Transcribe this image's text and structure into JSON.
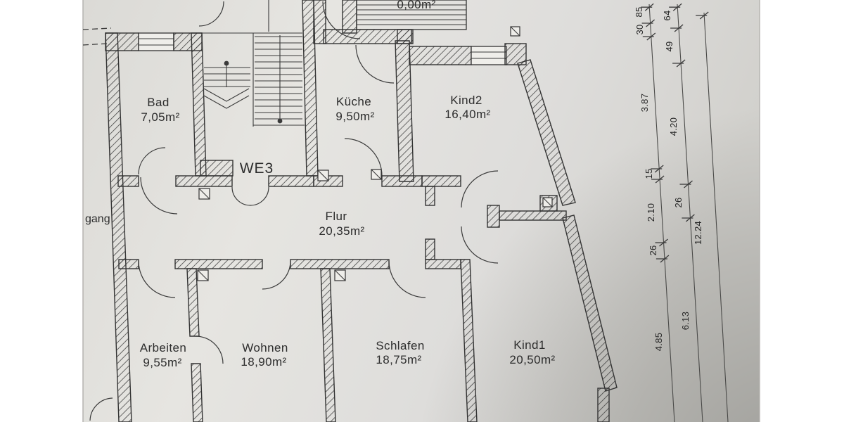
{
  "colors": {
    "paper": "#e2e1dd",
    "paper_shadow": "#b4b3af",
    "margin": "#ffffff",
    "ink": "#2d2d2d"
  },
  "unit_label": "WE3",
  "partial_text_left": "gang",
  "partial_area_top": "0,00m²",
  "rooms": [
    {
      "name": "Bad",
      "area": "7,05m²"
    },
    {
      "name": "Küche",
      "area": "9,50m²"
    },
    {
      "name": "Kind2",
      "area": "16,40m²"
    },
    {
      "name": "Flur",
      "area": "20,35m²"
    },
    {
      "name": "Arbeiten",
      "area": "9,55m²"
    },
    {
      "name": "Wohnen",
      "area": "18,90m²"
    },
    {
      "name": "Schlafen",
      "area": "18,75m²"
    },
    {
      "name": "Kind1",
      "area": "20,50m²"
    }
  ],
  "dimensions": {
    "chain_inner": [
      "85",
      "30",
      "3.87",
      "15",
      "2.10",
      "26",
      "4.85"
    ],
    "chain_middle": [
      "64",
      "49",
      "4.20",
      "26",
      "6.13"
    ],
    "chain_outer": [
      "12.24"
    ]
  }
}
